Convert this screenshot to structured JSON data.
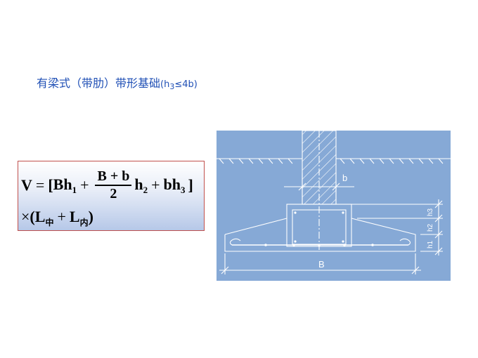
{
  "slide": {
    "title_main": "有梁式（带肋）带形基础",
    "title_open": "(h",
    "title_sub": "3",
    "title_close": "≤4b)"
  },
  "formula": {
    "lhs": "V",
    "eq": "=",
    "bracket_open": "[",
    "term1_base": "Bh",
    "term1_sub": "1",
    "plus": "+",
    "frac_num": "B + b",
    "frac_den": "2",
    "h2_base": "h",
    "h2_sub": "2",
    "term3_base": "bh",
    "term3_sub": "3",
    "bracket_close": "]",
    "times": "×",
    "paren_open": "(",
    "L1_base": "L",
    "L1_sub": "中",
    "L2_base": "L",
    "L2_sub": "内",
    "paren_close": ")"
  },
  "diagram": {
    "label_b": "b",
    "label_B": "B",
    "label_h1": "h1",
    "label_h2": "h2",
    "label_h3": "h3",
    "colors": {
      "panel_bg": "#86a9d6",
      "line": "#ffffff"
    }
  }
}
